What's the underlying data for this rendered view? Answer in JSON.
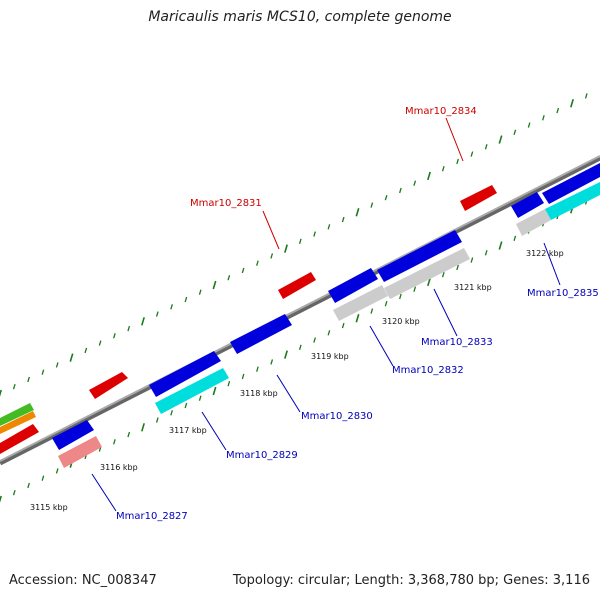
{
  "title": "Maricaulis maris MCS10, complete genome",
  "footer": {
    "accession": "Accession: NC_008347",
    "summary": "Topology: circular; Length: 3,368,780 bp; Genes: 3,116"
  },
  "colors": {
    "backbone": "#888888",
    "tick": "#1a7a1a",
    "forward_gene": "#ee0000",
    "reverse_gene": "#0000dd",
    "cyan_feature": "#00dddd",
    "grey_feature": "#cccccc",
    "pink_feature": "#ee8888",
    "green_feature": "#44bb22",
    "orange_feature": "#ee8800",
    "forward_label": "#cc0000",
    "reverse_label": "#0000bb"
  },
  "ticks": [
    "3115 kbp",
    "3116 kbp",
    "3117 kbp",
    "3118 kbp",
    "3119 kbp",
    "3120 kbp",
    "3121 kbp",
    "3122 kbp"
  ],
  "labels": {
    "forward": [
      "Mmar10_2831",
      "Mmar10_2834"
    ],
    "reverse": [
      "Mmar10_2827",
      "Mmar10_2829",
      "Mmar10_2830",
      "Mmar10_2832",
      "Mmar10_2833",
      "Mmar10_2835"
    ]
  }
}
